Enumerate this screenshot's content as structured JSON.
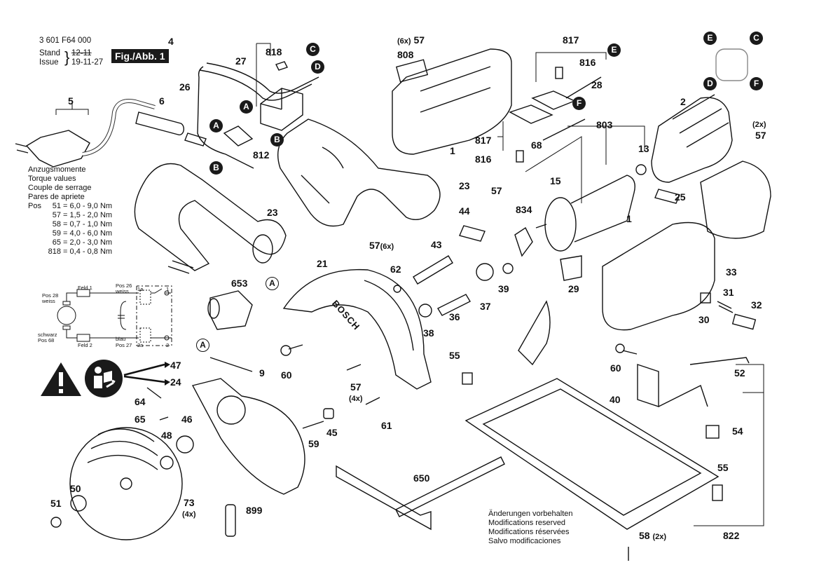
{
  "header": {
    "part_number": "3 601 F64 000",
    "stand_label": "Stand",
    "issue_label": "Issue",
    "old_date": "12-11",
    "date": "19-11-27",
    "figure_label": "Fig./Abb. 1"
  },
  "torque": {
    "titles": [
      "Anzugsmomente",
      "Torque values",
      "Couple de serrage",
      "Pares de apriete"
    ],
    "pos_label": "Pos",
    "rows": [
      {
        "pos": "51",
        "value": "6,0 - 9,0 Nm"
      },
      {
        "pos": "57",
        "value": "1,5 - 2,0 Nm"
      },
      {
        "pos": "58",
        "value": "0,7 - 1,0 Nm"
      },
      {
        "pos": "59",
        "value": "4,0 - 6,0 Nm"
      },
      {
        "pos": "65",
        "value": "2,0 - 3,0 Nm"
      },
      {
        "pos": "818",
        "value": "0,4 - 0,8 Nm"
      }
    ]
  },
  "wiring": {
    "feld1": "Feld 1",
    "feld2": "Feld 2",
    "pos28": "Pos 28",
    "weiss1": "weiss",
    "pos26": "Pos 26",
    "weiss2": "weiss",
    "schwarz": "schwarz",
    "pos68": "Pos 68",
    "blau": "blau",
    "pos27": "Pos 27",
    "t1a": "1a",
    "t1": "1",
    "t2a": "2a",
    "t2": "2"
  },
  "notice": [
    "Änderungen vorbehalten",
    "Modifications reserved",
    "Modifications réservées",
    "Salvo modificaciones"
  ],
  "brand_on_guard": "BOSCH",
  "callouts": {
    "A": "A",
    "B": "B",
    "C": "C",
    "D": "D",
    "E": "E",
    "F": "F"
  },
  "quantities": {
    "x6": "(6x)",
    "x4": "(4x)",
    "x2": "(2x)"
  },
  "parts": {
    "p1": "1",
    "p2": "2",
    "p4": "4",
    "p5": "5",
    "p6": "6",
    "p9": "9",
    "p13": "13",
    "p15": "15",
    "p21": "21",
    "p23": "23",
    "p24": "24",
    "p25": "25",
    "p26": "26",
    "p27": "27",
    "p28": "28",
    "p29": "29",
    "p30": "30",
    "p31": "31",
    "p32": "32",
    "p33": "33",
    "p36": "36",
    "p37": "37",
    "p38": "38",
    "p39": "39",
    "p40": "40",
    "p43": "43",
    "p44": "44",
    "p45": "45",
    "p46": "46",
    "p47": "47",
    "p48": "48",
    "p50": "50",
    "p51": "51",
    "p52": "52",
    "p54": "54",
    "p55": "55",
    "p57": "57",
    "p58": "58",
    "p59": "59",
    "p60": "60",
    "p61": "61",
    "p62": "62",
    "p64": "64",
    "p65": "65",
    "p68": "68",
    "p73": "73",
    "p650": "650",
    "p653": "653",
    "p803": "803",
    "p808": "808",
    "p812": "812",
    "p816": "816",
    "p817": "817",
    "p818": "818",
    "p822": "822",
    "p834": "834",
    "p899": "899"
  },
  "icons": {
    "warning": "warning-triangle-icon",
    "manual": "read-manual-icon"
  }
}
